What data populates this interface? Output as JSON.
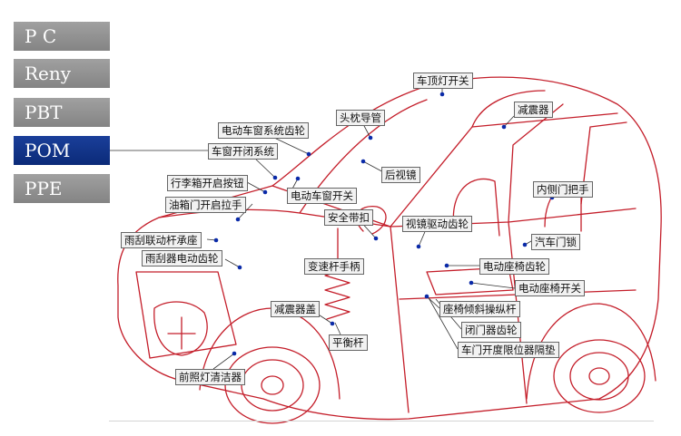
{
  "material_tabs": [
    {
      "label": "P  C",
      "active": false
    },
    {
      "label": "Reny",
      "active": false
    },
    {
      "label": "PBT",
      "active": false
    },
    {
      "label": "POM",
      "active": true
    },
    {
      "label": "PPE",
      "active": false
    }
  ],
  "callouts": {
    "roof_light_switch": "车顶灯开关",
    "headrest_guide": "头枕导管",
    "shock_absorber_top": "减震器",
    "window_gear": "电动车窗系统齿轮",
    "sunroof_system": "车窗开闭系统",
    "rear_view_mirror": "后视镜",
    "trunk_button": "行李箱开启按钮",
    "window_switch": "电动车窗开关",
    "inner_door_handle": "内侧门把手",
    "fuel_door_handle": "油箱门开启拉手",
    "seat_belt_buckle": "安全带扣",
    "mirror_drive_gear": "视镜驱动齿轮",
    "wiper_bearing": "雨刮联动杆承座",
    "door_lock": "汽车门锁",
    "wiper_motor_gear": "雨刮器电动齿轮",
    "gear_lever": "变速杆手柄",
    "seat_gear": "电动座椅齿轮",
    "seat_switch": "电动座椅开关",
    "shock_cover": "减震器盖",
    "recliner_lever": "座椅倾斜操纵杆",
    "stabilizer_bar": "平衡杆",
    "door_closer_gear": "闭门器齿轮",
    "door_check_pad": "车门开度限位器隔垫",
    "headlamp_cleaner": "前照灯清洁器"
  },
  "colors": {
    "car_outline": "#c41e2a",
    "leader_line": "#333333",
    "dot": "#0a2aa8",
    "tab_active": "#0b2a78",
    "tab_inactive": "#8c8c8c"
  }
}
